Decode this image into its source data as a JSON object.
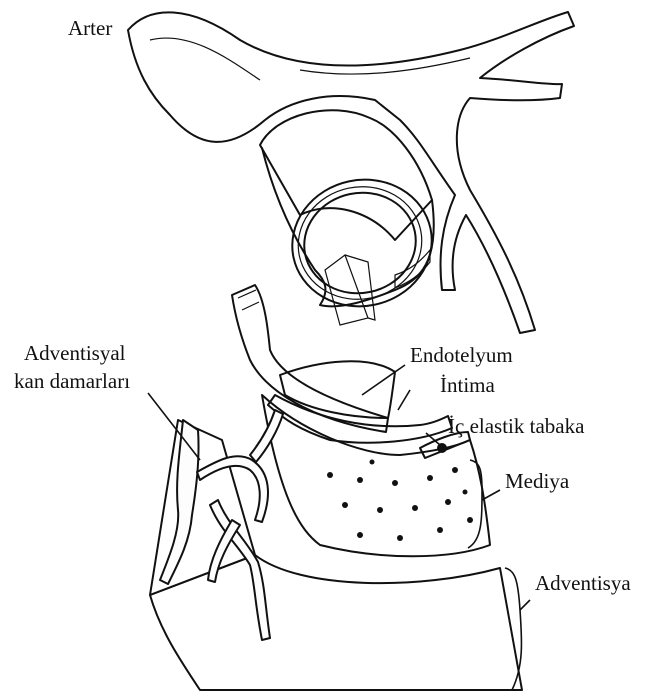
{
  "labels": {
    "arter": "Arter",
    "adventisyal_line1": "Adventisyal",
    "adventisyal_line2": "kan damarları",
    "endotelyum": "Endotelyum",
    "intima": "İntima",
    "ic_elastik": "İç elastik tabaka",
    "mediya": "Mediya",
    "adventisya": "Adventisya"
  }
}
